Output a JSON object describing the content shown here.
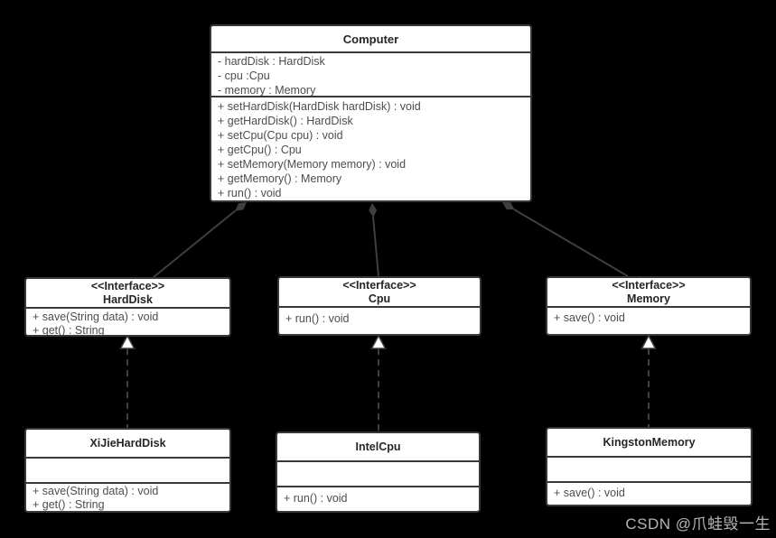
{
  "diagram": {
    "type": "uml-class-diagram",
    "classes": {
      "computer": {
        "name": "Computer",
        "attributes": [
          "- hardDisk : HardDisk",
          "- cpu :Cpu",
          "- memory : Memory"
        ],
        "methods": [
          "+ setHardDisk(HardDisk hardDisk) : void",
          "+ getHardDisk() : HardDisk",
          "+ setCpu(Cpu cpu) : void",
          "+ getCpu() : Cpu",
          "+ setMemory(Memory memory) : void",
          "+ getMemory() : Memory",
          "+ run() : void"
        ]
      },
      "harddisk_interface": {
        "stereotype": "<<Interface>>",
        "name": "HardDisk",
        "methods": [
          "+ save(String data) : void",
          "+ get() : String"
        ]
      },
      "cpu_interface": {
        "stereotype": "<<Interface>>",
        "name": "Cpu",
        "methods": [
          "+ run() : void"
        ]
      },
      "memory_interface": {
        "stereotype": "<<Interface>>",
        "name": "Memory",
        "methods": [
          "+ save() : void"
        ]
      },
      "xijie_harddisk": {
        "name": "XiJieHardDisk",
        "methods": [
          "+ save(String data) : void",
          "+ get() : String"
        ]
      },
      "intel_cpu": {
        "name": "IntelCpu",
        "methods": [
          "+ run() : void"
        ]
      },
      "kingston_memory": {
        "name": "KingstonMemory",
        "methods": [
          "+ save() : void"
        ]
      }
    },
    "relationships": [
      {
        "from": "Computer",
        "to": "HardDisk",
        "type": "composition"
      },
      {
        "from": "Computer",
        "to": "Cpu",
        "type": "composition"
      },
      {
        "from": "Computer",
        "to": "Memory",
        "type": "composition"
      },
      {
        "from": "XiJieHardDisk",
        "to": "HardDisk",
        "type": "realization"
      },
      {
        "from": "IntelCpu",
        "to": "Cpu",
        "type": "realization"
      },
      {
        "from": "KingstonMemory",
        "to": "Memory",
        "type": "realization"
      }
    ],
    "colors": {
      "background": "#000000",
      "box_fill": "#ffffff",
      "box_border": "#383838",
      "title_text": "#262626",
      "member_text": "#4d4d4d",
      "connector": "#3f3f3f",
      "realization_arrow_fill": "#ffffff",
      "watermark_text": "#b5b5b5"
    }
  },
  "watermark": {
    "text": "CSDN @爪蛙毁一生"
  }
}
